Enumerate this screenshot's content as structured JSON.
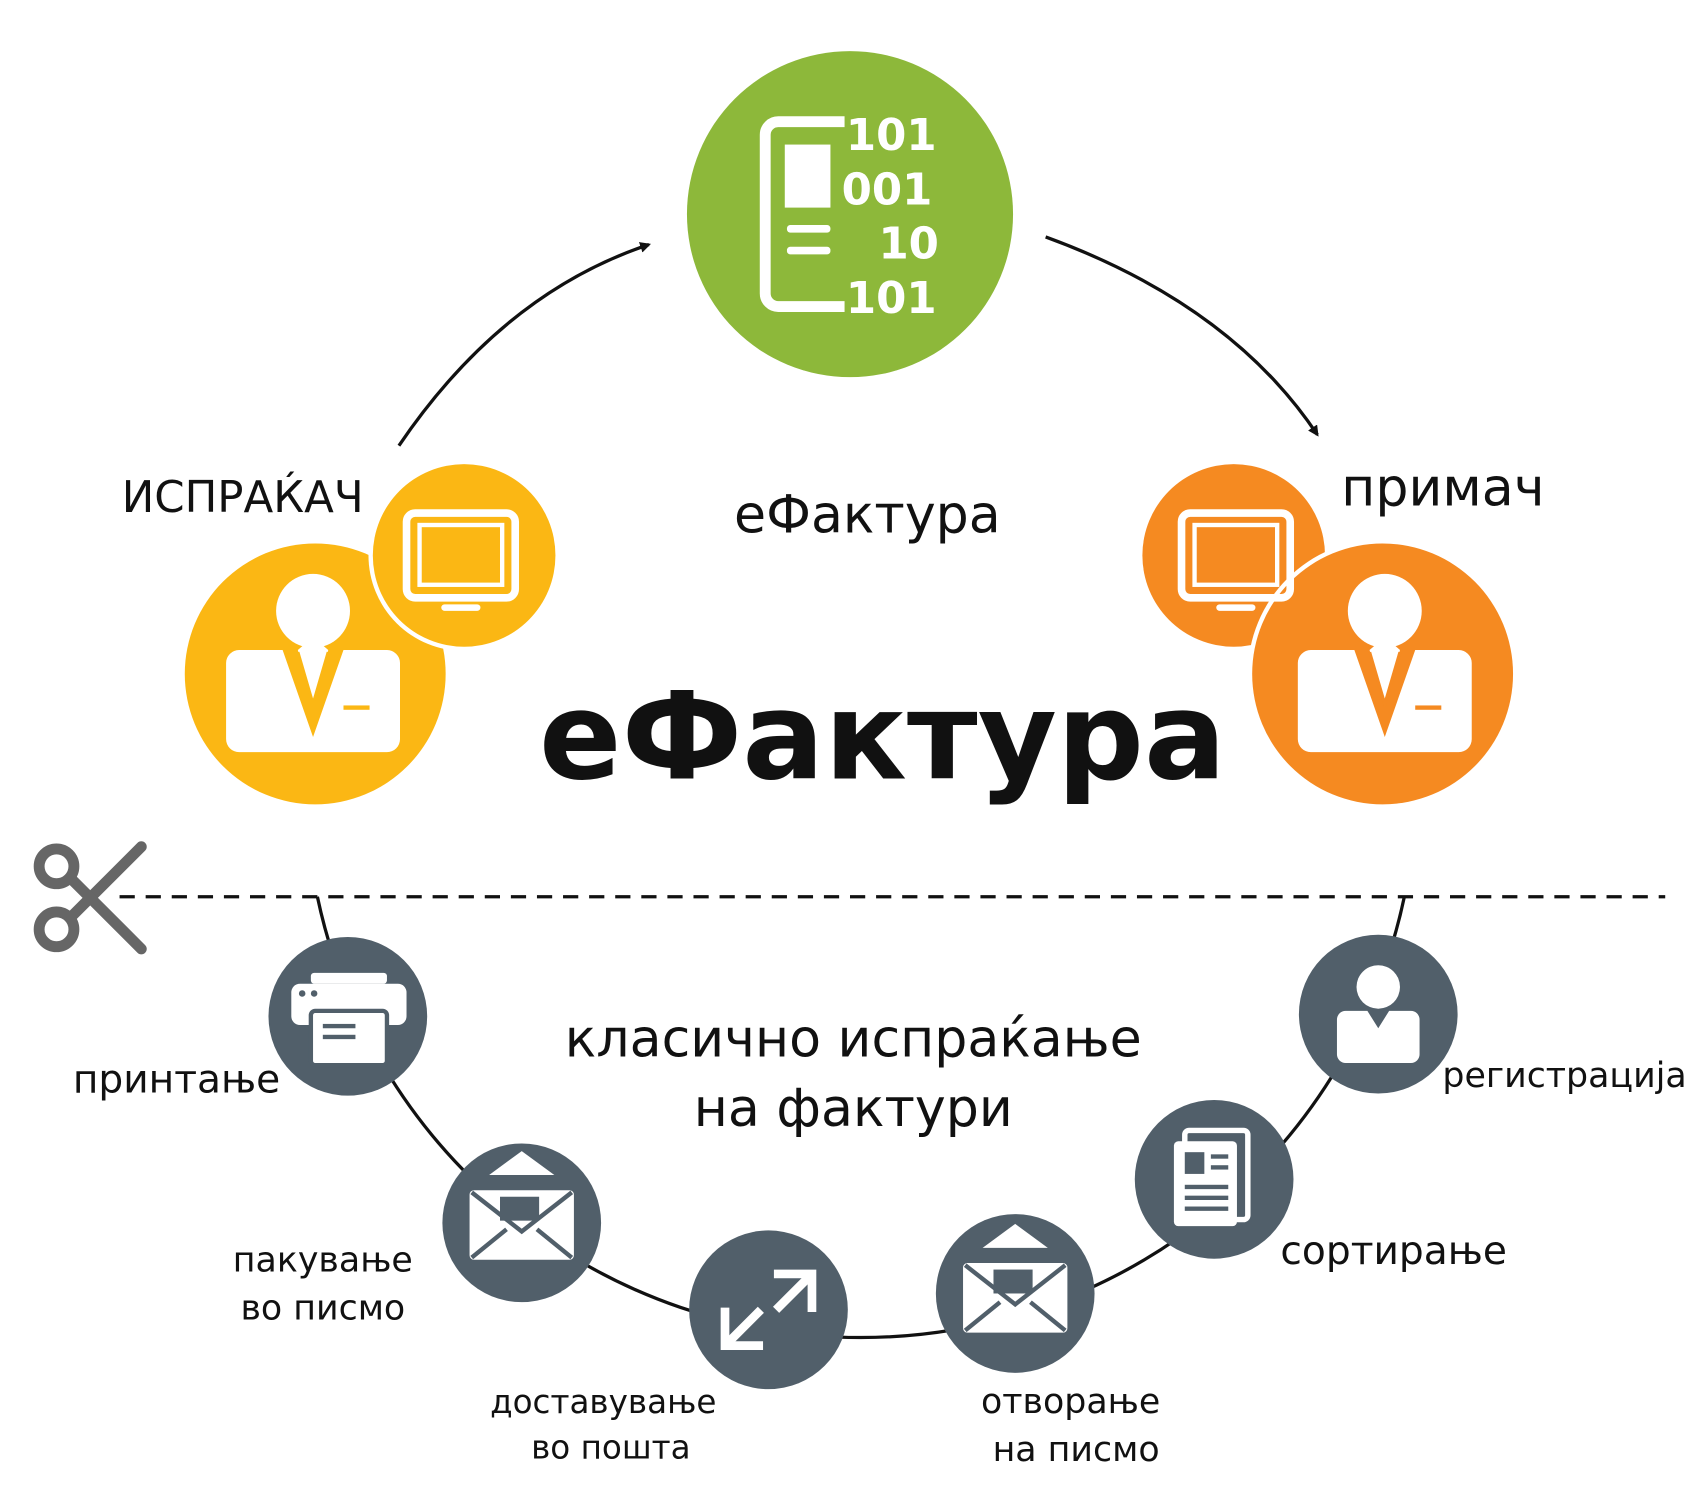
{
  "top": {
    "binary": [
      "101",
      "001",
      "10",
      "101"
    ],
    "center_label": "еФактура",
    "title": "еФактура"
  },
  "sender": {
    "label": "ИСПРАЌАЧ"
  },
  "receiver": {
    "label": "примач"
  },
  "classic": {
    "title_line1": "класично испраќање",
    "title_line2": "на фактури",
    "steps": [
      {
        "line1": "принтање",
        "line2": ""
      },
      {
        "line1": "пакување",
        "line2": "во писмо"
      },
      {
        "line1": "доставување",
        "line2": "во пошта"
      },
      {
        "line1": "отворање",
        "line2": "на писмо"
      },
      {
        "line1": "сортирање",
        "line2": ""
      },
      {
        "line1": "регистрација",
        "line2": ""
      }
    ]
  },
  "colors": {
    "green": "#8DB83A",
    "yellow": "#FBB714",
    "orange": "#F58A21",
    "gray": "#515F6A",
    "scissors": "#666666"
  }
}
